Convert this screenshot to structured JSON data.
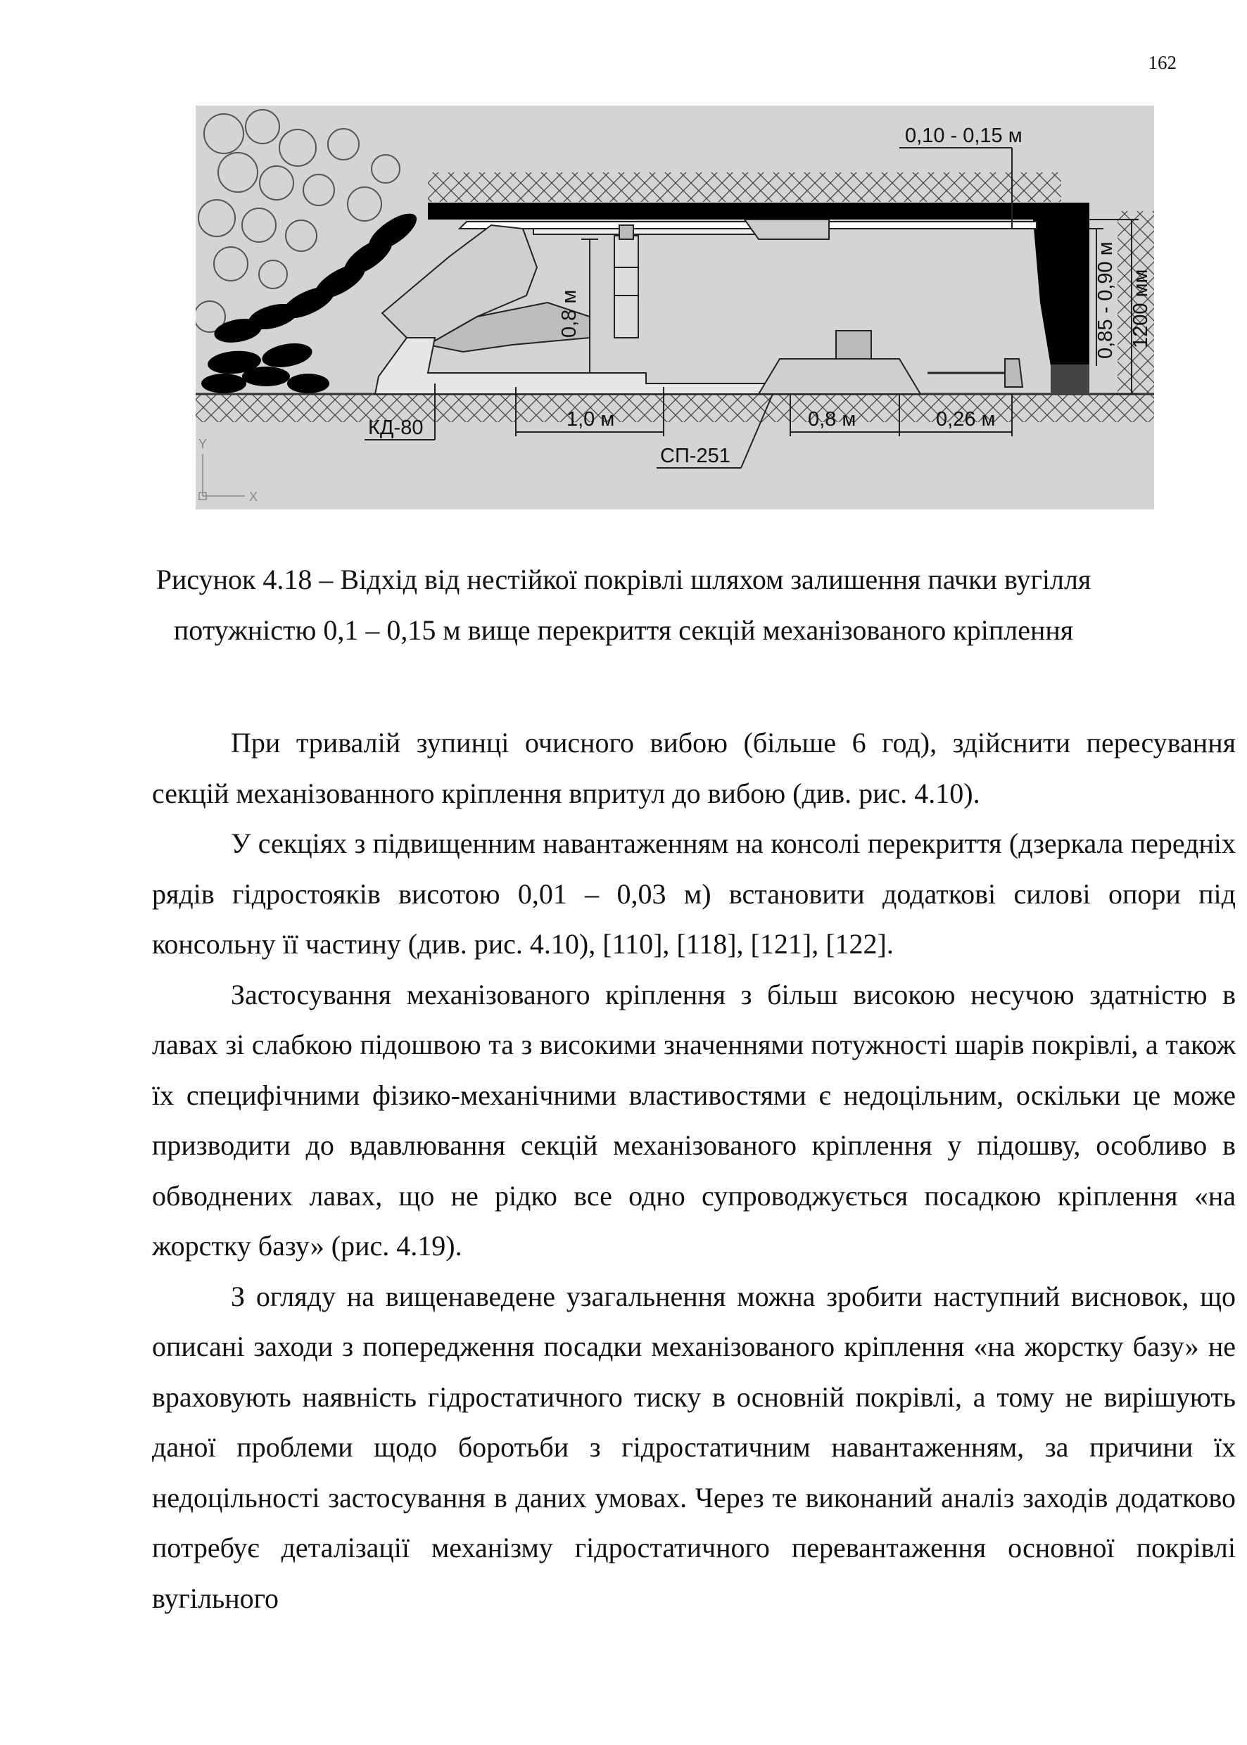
{
  "page": {
    "number": "162"
  },
  "figure": {
    "labels": {
      "top_thickness": "0,10 - 0,15 м",
      "side_thickness": "0,85 - 0,90 м",
      "height": "1200 мм",
      "inner_height": "0,8 м",
      "support_name": "КД-80",
      "support_step": "1,0 м",
      "conveyor_name": "СП-251",
      "conveyor_width": "0,8 м",
      "gap": "0,26 м",
      "axis_y": "Y",
      "axis_x": "X"
    },
    "colors": {
      "background": "#d4d4d4",
      "coal": "#000000",
      "line": "#222222"
    }
  },
  "caption": {
    "line1": "Рисунок 4.18 – Відхід від нестійкої покрівлі шляхом залишення пачки вугілля",
    "line2": "потужністю 0,1 – 0,15 м вище перекриття секцій механізованого кріплення"
  },
  "paragraphs": [
    "При тривалій зупинці очисного вибою (більше 6 год), здійснити пересування секцій механізованного кріплення впритул до вибою (див. рис. 4.10).",
    "У секціях з підвищенним навантаженням на консолі перекриття (дзеркала передніх рядів гідростояків висотою 0,01 – 0,03 м) встановити додаткові силові опори під консольну її частину (див. рис. 4.10), [110], [118], [121], [122].",
    "Застосування механізованого кріплення з більш високою несучою здатністю в лавах зі слабкою підошвою та з високими значеннями потужності шарів покрівлі, а також їх специфічними фізико-механічними властивостями є недоцільним, оскільки це може призводити до вдавлювання секцій механізованого кріплення у підошву, особливо в обводнених лавах, що не рідко все одно супроводжується посадкою кріплення «на жорстку базу» (рис. 4.19).",
    "З огляду на вищенаведене узагальнення можна зробити наступний висновок, що описані заходи з попередження посадки механізованого кріплення «на жорстку базу» не враховують наявність гідростатичного тиску в основній покрівлі, а тому не вирішують даної проблеми щодо боротьби з гідростатичним навантаженням, за причини їх недоцільності застосування в даних умовах. Через те виконаний аналіз заходів додатково потребує деталізації механізму гідростатичного перевантаження основної покрівлі вугільного"
  ]
}
